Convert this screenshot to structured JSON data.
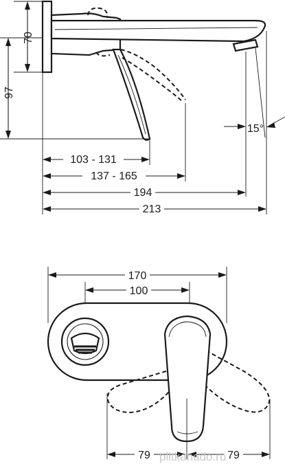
{
  "side_view": {
    "dims": {
      "height_70": "70",
      "height_97": "97",
      "reach_103_131": "103 - 131",
      "reach_137_165": "137 - 165",
      "reach_194": "194",
      "reach_213": "213",
      "angle": "15°"
    }
  },
  "front_view": {
    "dims": {
      "width_170": "170",
      "width_100": "100",
      "bottom_left": "79",
      "bottom_right": "79"
    }
  },
  "watermark": "plitkanado.ru"
}
